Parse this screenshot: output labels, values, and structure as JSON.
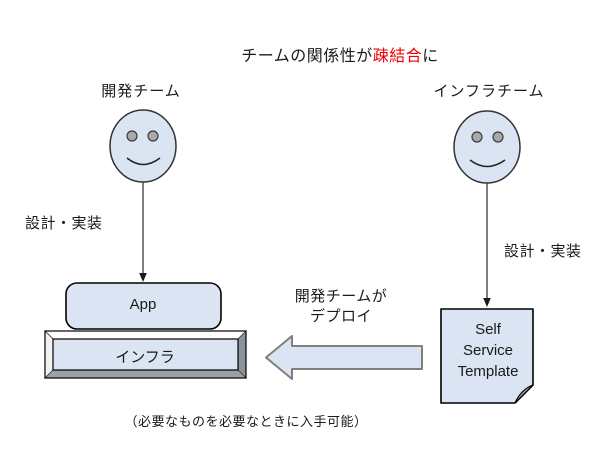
{
  "title": {
    "prefix": "チームの関係性が",
    "highlight": "疎結合",
    "suffix": "に"
  },
  "dev_team": {
    "label": "開発チーム",
    "action_label": "設計・実装"
  },
  "infra_team": {
    "label": "インフラチーム",
    "action_label": "設計・実装"
  },
  "nodes": {
    "app": {
      "label": "App"
    },
    "infra": {
      "label": "インフラ"
    },
    "template": {
      "label": "Self\nService\nTemplate"
    }
  },
  "deploy_arrow": {
    "label": "開発チームが\nデプロイ"
  },
  "caption": "（必要なものを必要なときに入手可能）",
  "colors": {
    "highlight_red": "#ee0000",
    "shape_fill": "#dae4f2",
    "shape_stroke": "#1f1f1f",
    "arrow_border": "#7f7f7f",
    "eye_fill": "#a9a9a9",
    "bevel_light": "#f2f2f2",
    "bevel_dark": "#8d939b",
    "fold_fill": "#9ba1a9"
  }
}
